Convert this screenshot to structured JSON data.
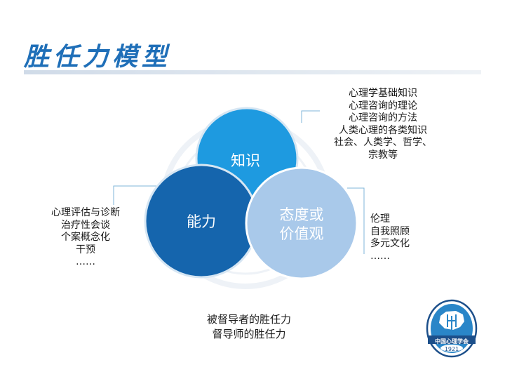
{
  "title": "胜任力模型",
  "circles": {
    "knowledge": {
      "label": "知识",
      "color": "#1e9ae0"
    },
    "ability": {
      "label": "能力",
      "color": "#1565ad"
    },
    "attitude": {
      "label_lines": [
        "态度或",
        "价值观"
      ],
      "color": "#a9c9ea"
    }
  },
  "knowledge_items": [
    "心理学基础知识",
    "心理咨询的理论",
    "心理咨询的方法",
    "人类心理的各类知识",
    "社会、人类学、哲学、",
    "宗教等"
  ],
  "ability_items": [
    "心理评估与诊断",
    "治疗性会谈",
    "个案概念化",
    "干预",
    "……"
  ],
  "attitude_items": [
    "伦理",
    "自我照顾",
    "多元文化",
    "……"
  ],
  "caption": [
    "被督导者的胜任力",
    "督导师的胜任力"
  ],
  "logo": {
    "name": "中国心理学会",
    "year": "1921"
  },
  "colors": {
    "title": "#1f6fb8",
    "connector": "#7fb6d9"
  }
}
